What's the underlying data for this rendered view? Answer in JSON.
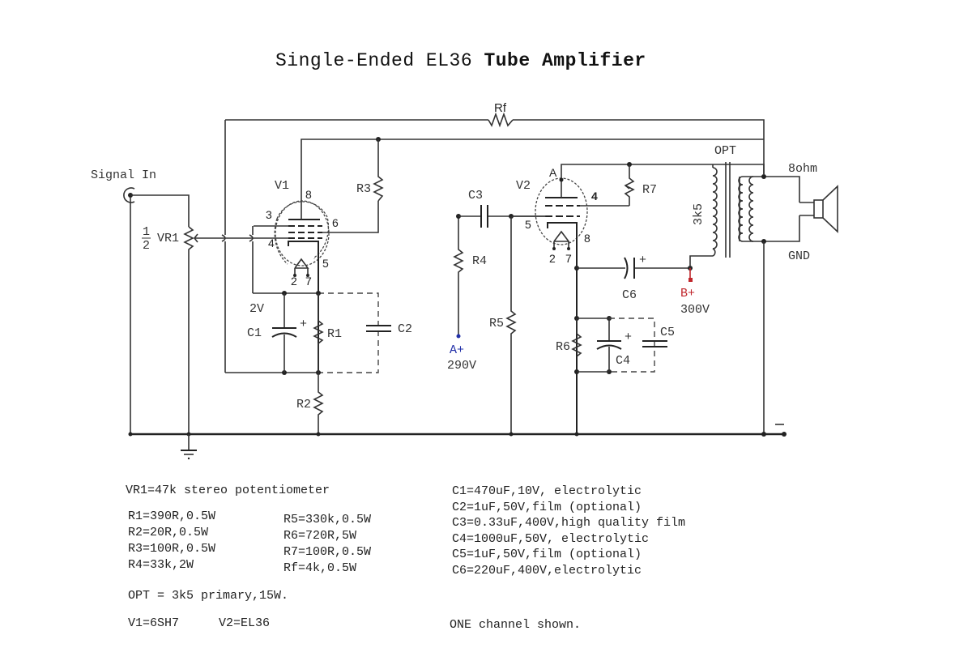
{
  "title": {
    "part1": "Single-Ended EL36",
    "part2": "Tube Amplifier"
  },
  "schematic": {
    "signal_in": "Signal In",
    "vr1": {
      "fraction_num": "1",
      "fraction_den": "2",
      "label": "VR1"
    },
    "v1": {
      "label": "V1",
      "pins": {
        "p8": "8",
        "p3": "3",
        "p6": "6",
        "p4": "4",
        "p5": "5",
        "p2": "2",
        "p7": "7"
      }
    },
    "v2": {
      "label": "V2",
      "anode": "A",
      "pins": {
        "p4": "4",
        "p5": "5",
        "p8": "8",
        "p2": "2",
        "p7": "7"
      }
    },
    "components": {
      "rf": "Rf",
      "r1": "R1",
      "r2": "R2",
      "r3": "R3",
      "r4": "R4",
      "r5": "R5",
      "r6": "R6",
      "r7": "R7",
      "c1": "C1",
      "c2": "C2",
      "c3": "C3",
      "c4": "C4",
      "c5": "C5",
      "c6": "C6",
      "plus": "+"
    },
    "voltage_2v": "2V",
    "a_plus": {
      "label": "A+",
      "value": "290V",
      "color": "#2230a8"
    },
    "b_plus": {
      "label": "B+",
      "value": "300V",
      "color": "#c0262c"
    },
    "opt": {
      "label": "OPT",
      "primary": "3k5"
    },
    "speaker": {
      "impedance": "8ohm",
      "gnd": "GND"
    },
    "minus": "—"
  },
  "notes": {
    "vr1": "VR1=47k stereo potentiometer",
    "resistors_left": [
      "R1=390R,0.5W",
      "R2=20R,0.5W",
      "R3=100R,0.5W",
      "R4=33k,2W"
    ],
    "resistors_right": [
      "R5=330k,0.5W",
      "R6=720R,5W",
      "R7=100R,0.5W",
      "Rf=4k,0.5W"
    ],
    "capacitors": [
      "C1=470uF,10V, electrolytic",
      "C2=1uF,50V,film (optional)",
      "C3=0.33uF,400V,high quality film",
      "C4=1000uF,50V, electrolytic",
      "C5=1uF,50V,film (optional)",
      "C6=220uF,400V,electrolytic"
    ],
    "opt": "OPT = 3k5 primary,15W.",
    "tubes": {
      "v1": "V1=6SH7",
      "v2": "V2=EL36"
    },
    "channel": "ONE channel shown."
  }
}
